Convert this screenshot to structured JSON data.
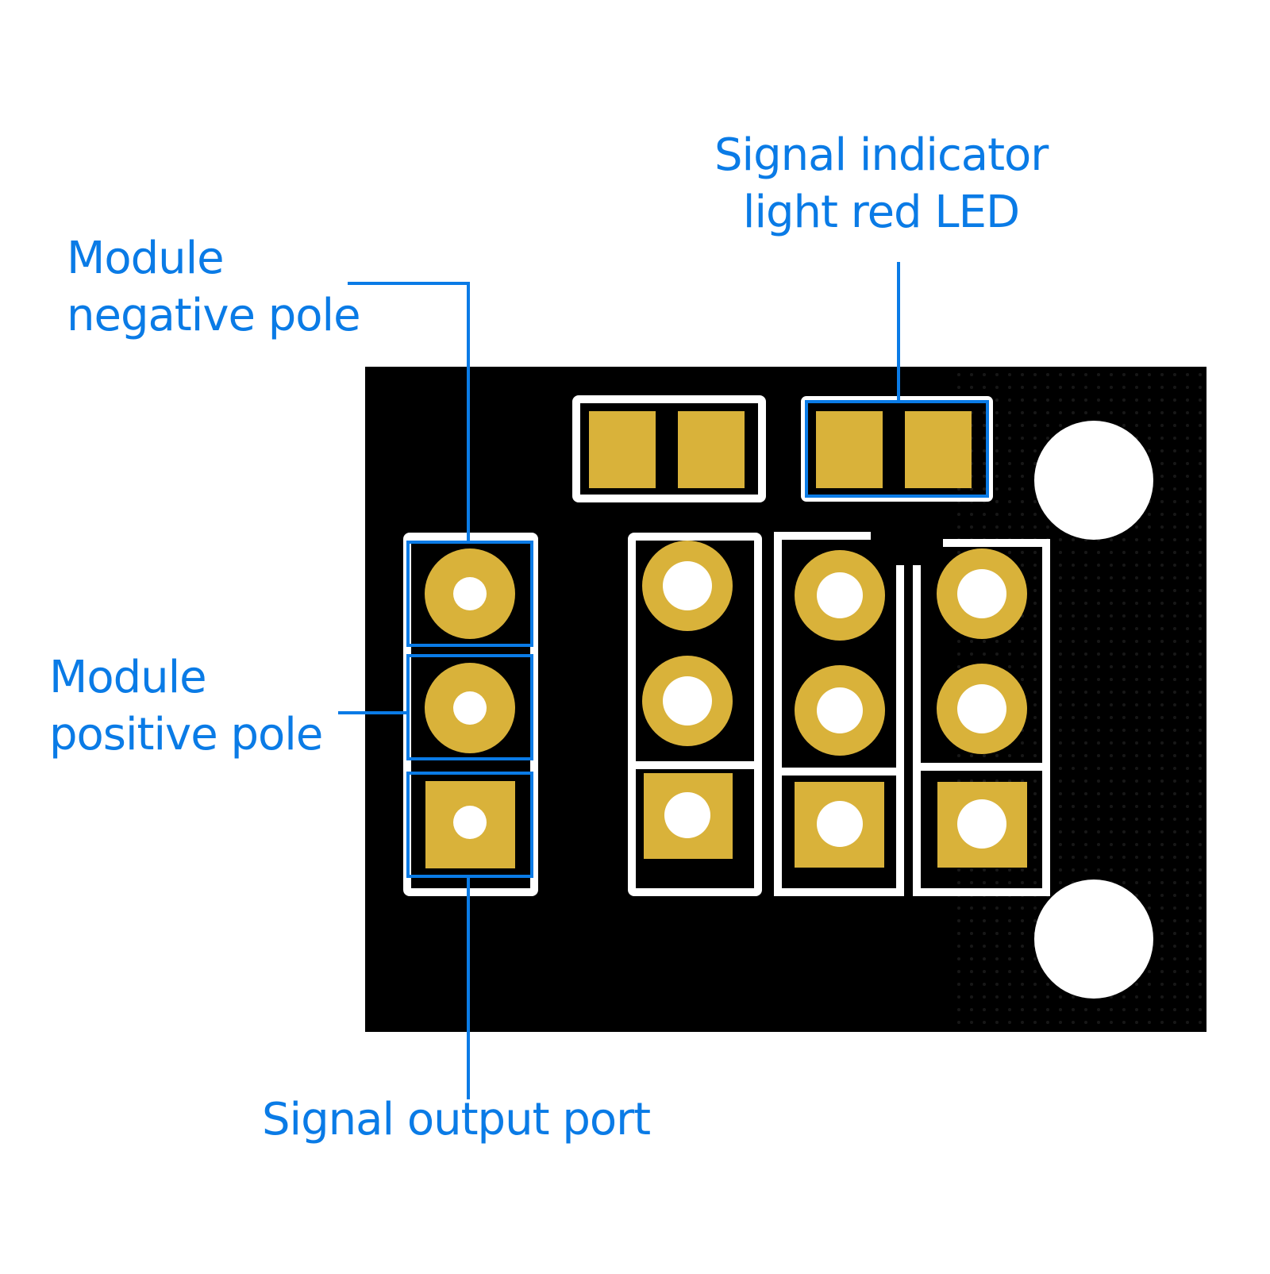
{
  "colors": {
    "accent": "#0a7be6",
    "board": "#000000",
    "pad": "#d9b23a",
    "silkscreen": "#ffffff"
  },
  "labels": {
    "led_line1": "Signal indicator",
    "led_line2": "light red LED",
    "negative_line1": "Module",
    "negative_line2": "negative pole",
    "positive_line1": "Module",
    "positive_line2": "positive pole",
    "signal_output": "Signal output port"
  }
}
